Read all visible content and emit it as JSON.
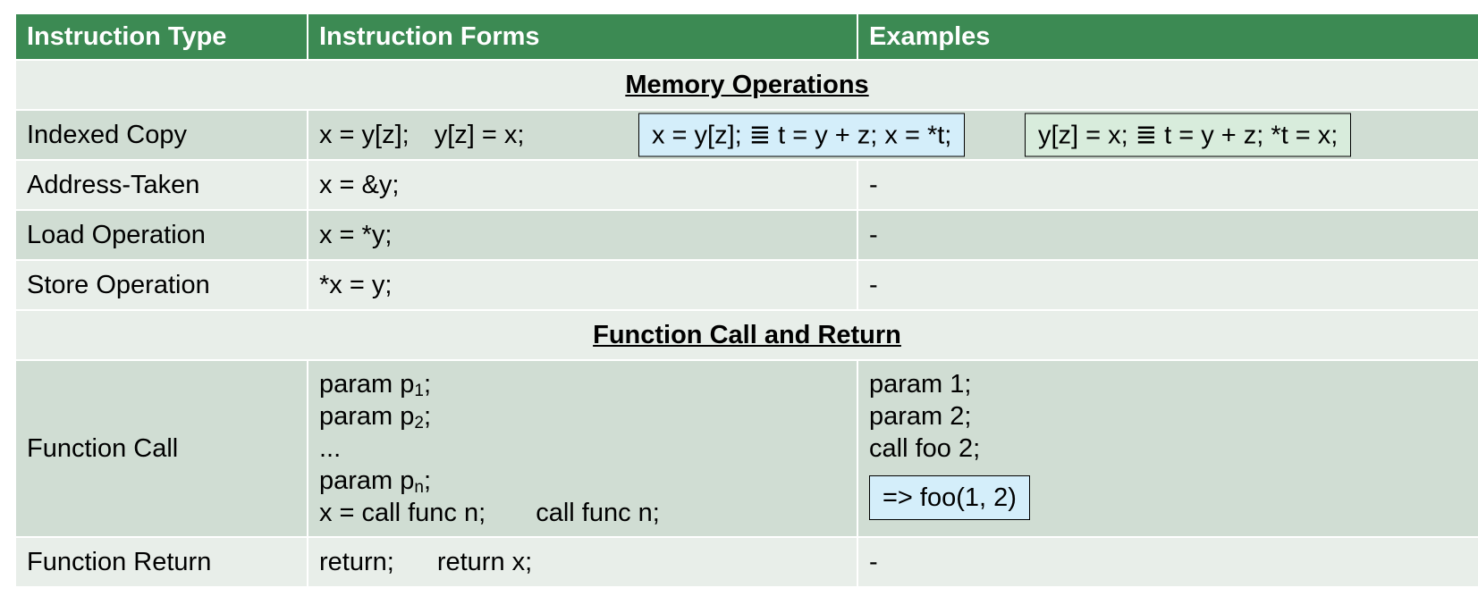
{
  "header": {
    "col_type": "Instruction Type",
    "col_forms": "Instruction Forms",
    "col_examples": "Examples"
  },
  "sections": {
    "memory": "Memory Operations",
    "function": "Function Call and Return"
  },
  "rows": {
    "indexed_copy": {
      "type": "Indexed Copy",
      "form_a": "x = y[z];",
      "form_b": "y[z] = x;",
      "box_load": "x = y[z];  ≣   t = y + z;  x = *t;",
      "box_store": "y[z] = x;  ≣   t = y + z; *t = x;"
    },
    "address_taken": {
      "type": "Address-Taken",
      "form": "x = &y;",
      "example": "-"
    },
    "load": {
      "type": "Load Operation",
      "form": "x = *y;",
      "example": "-"
    },
    "store": {
      "type": "Store Operation",
      "form": "*x = y;",
      "example": "-"
    },
    "function_call": {
      "type": "Function Call",
      "param_prefix": "param p",
      "sub_1": "1",
      "sub_2": "2",
      "sub_n": "n",
      "semicolon": ";",
      "ellipsis": "...",
      "form_call_assign": "x = call func n;",
      "form_call": "call func n;",
      "ex_line1": "param 1;",
      "ex_line2": "param 2;",
      "ex_line3": "call foo 2;",
      "ex_result": "=> foo(1, 2)"
    },
    "function_return": {
      "type": "Function Return",
      "form_a": "return;",
      "form_b": "return x;",
      "example": "-"
    }
  }
}
